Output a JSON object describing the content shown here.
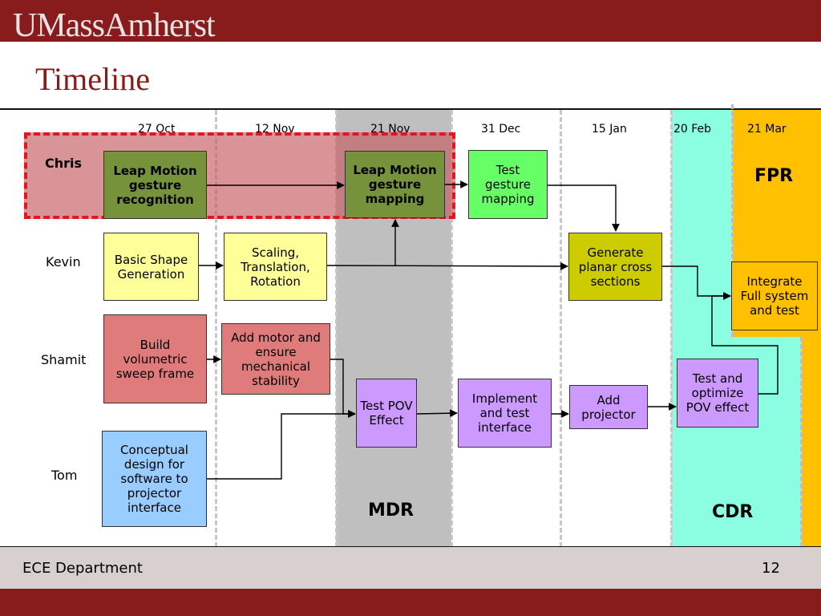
{
  "header": {
    "logo_text": "UMassAmherst",
    "title": "Timeline"
  },
  "dates": [
    "27 Oct",
    "12 Nov",
    "21 Nov",
    "31 Dec",
    "15 Jan",
    "20 Feb",
    "21 Mar"
  ],
  "people": [
    "Chris",
    "Kevin",
    "Shamit",
    "Tom"
  ],
  "tasks": {
    "chris_1": "Leap Motion gesture recognition",
    "chris_2": "Leap Motion gesture mapping",
    "chris_3": "Test gesture mapping",
    "kevin_1": "Basic Shape Generation",
    "kevin_2": "Scaling, Translation, Rotation",
    "kevin_3": "Generate planar cross sections",
    "integrate": "Integrate Full system and test",
    "shamit_1": "Build volumetric sweep frame",
    "shamit_2": "Add motor and ensure mechanical stability",
    "shamit_3": "Test POV Effect",
    "shamit_4": "Implement and test interface",
    "shamit_5": "Add projector",
    "shamit_6": "Test and optimize POV effect",
    "tom_1": "Conceptual design for software to projector interface"
  },
  "milestones": {
    "mdr": "MDR",
    "cdr": "CDR",
    "fpr": "FPR"
  },
  "colors": {
    "brand": "#881c1c",
    "mdr_band": "#bfbfbf",
    "cdr_band": "#8bfde1",
    "fpr_band": "#ffc000",
    "chris_task": "#76933c",
    "chris_test": "#66ff66",
    "kevin_task": "#ffff99",
    "kevin_gen": "#cccc00",
    "shamit_task": "#e07b7b",
    "shamit_purple": "#cc99ff",
    "tom_task": "#99ccff"
  },
  "footer": {
    "department": "ECE Department",
    "page_number": "12"
  }
}
